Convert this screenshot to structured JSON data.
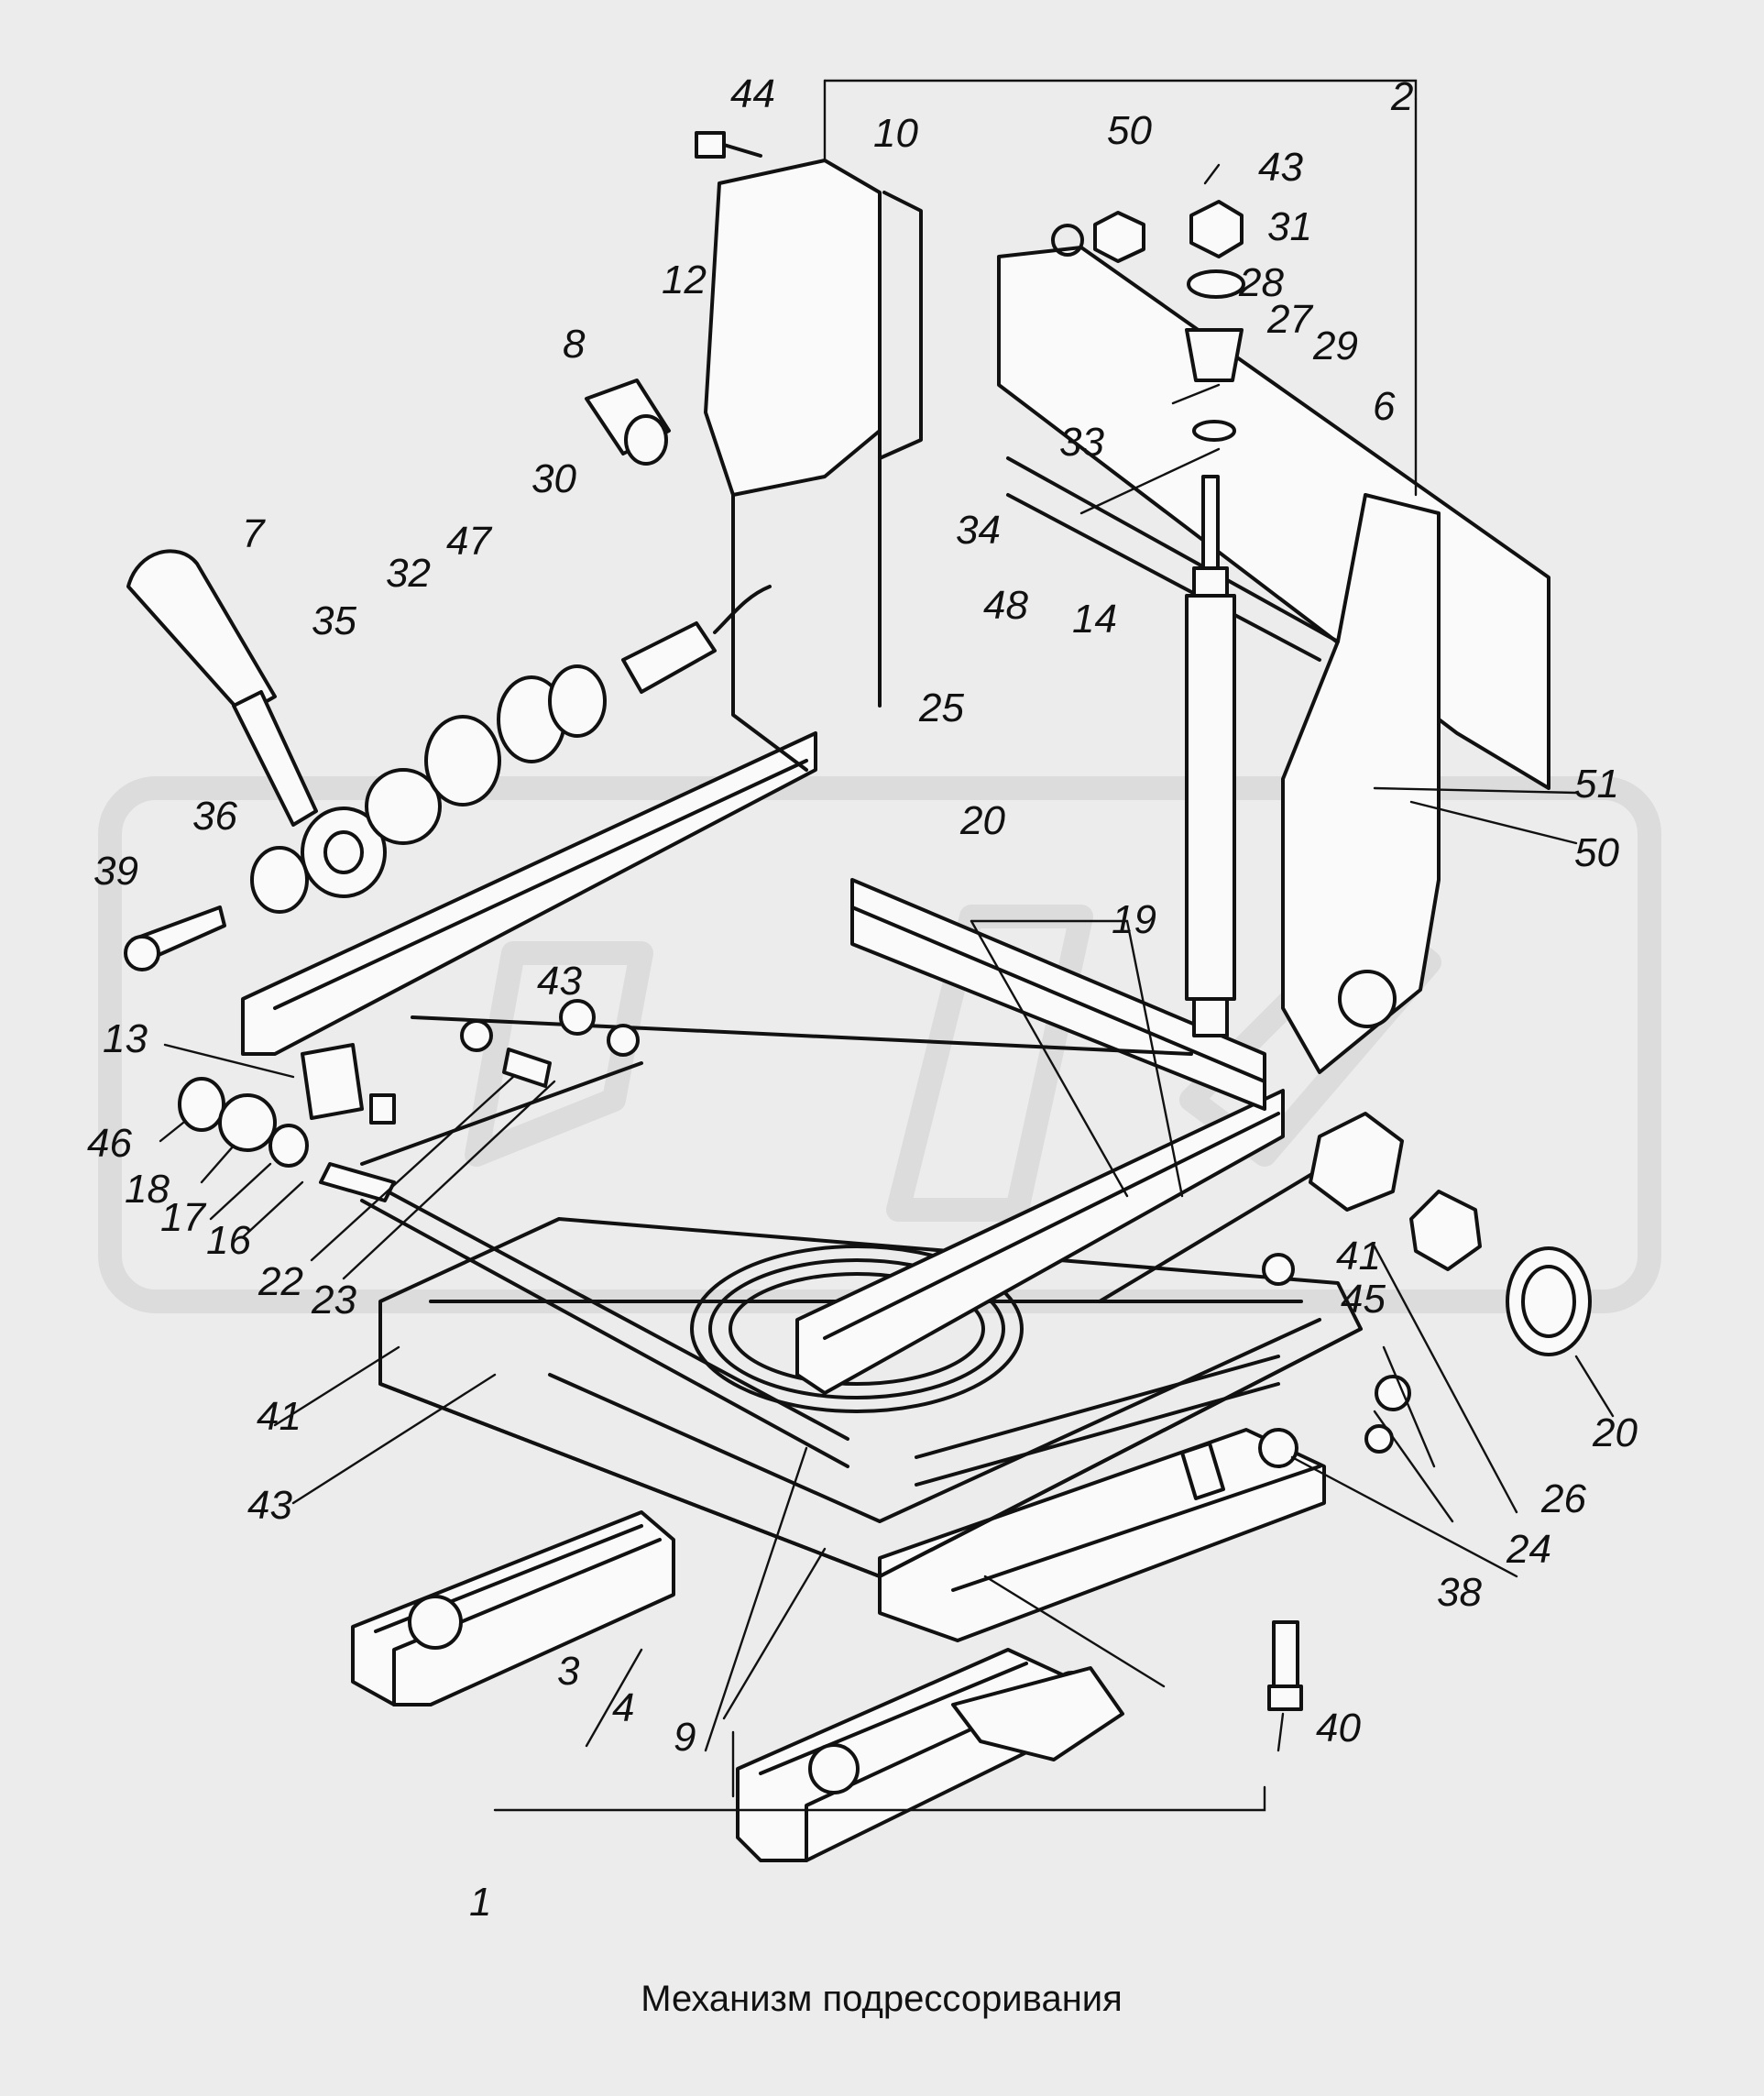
{
  "caption": "Механизм подрессоривания",
  "labels": [
    {
      "id": "1",
      "text": "1"
    },
    {
      "id": "2",
      "text": "2"
    },
    {
      "id": "3",
      "text": "3"
    },
    {
      "id": "4",
      "text": "4"
    },
    {
      "id": "6",
      "text": "6"
    },
    {
      "id": "7",
      "text": "7"
    },
    {
      "id": "8",
      "text": "8"
    },
    {
      "id": "9",
      "text": "9"
    },
    {
      "id": "10",
      "text": "10"
    },
    {
      "id": "12",
      "text": "12"
    },
    {
      "id": "13",
      "text": "13"
    },
    {
      "id": "14",
      "text": "14"
    },
    {
      "id": "16",
      "text": "16"
    },
    {
      "id": "17",
      "text": "17"
    },
    {
      "id": "18",
      "text": "18"
    },
    {
      "id": "19",
      "text": "19"
    },
    {
      "id": "20a",
      "text": "20"
    },
    {
      "id": "20b",
      "text": "20"
    },
    {
      "id": "22",
      "text": "22"
    },
    {
      "id": "23",
      "text": "23"
    },
    {
      "id": "24",
      "text": "24"
    },
    {
      "id": "25",
      "text": "25"
    },
    {
      "id": "26",
      "text": "26"
    },
    {
      "id": "27",
      "text": "27"
    },
    {
      "id": "28",
      "text": "28"
    },
    {
      "id": "29",
      "text": "29"
    },
    {
      "id": "30",
      "text": "30"
    },
    {
      "id": "31",
      "text": "31"
    },
    {
      "id": "32",
      "text": "32"
    },
    {
      "id": "33",
      "text": "33"
    },
    {
      "id": "34",
      "text": "34"
    },
    {
      "id": "35",
      "text": "35"
    },
    {
      "id": "36",
      "text": "36"
    },
    {
      "id": "38",
      "text": "38"
    },
    {
      "id": "39",
      "text": "39"
    },
    {
      "id": "40",
      "text": "40"
    },
    {
      "id": "41a",
      "text": "41"
    },
    {
      "id": "41b",
      "text": "41"
    },
    {
      "id": "43a",
      "text": "43"
    },
    {
      "id": "43b",
      "text": "43"
    },
    {
      "id": "43c",
      "text": "43"
    },
    {
      "id": "44",
      "text": "44"
    },
    {
      "id": "45",
      "text": "45"
    },
    {
      "id": "46",
      "text": "46"
    },
    {
      "id": "47",
      "text": "47"
    },
    {
      "id": "48",
      "text": "48"
    },
    {
      "id": "50a",
      "text": "50"
    },
    {
      "id": "50b",
      "text": "50"
    },
    {
      "id": "51",
      "text": "51"
    }
  ]
}
